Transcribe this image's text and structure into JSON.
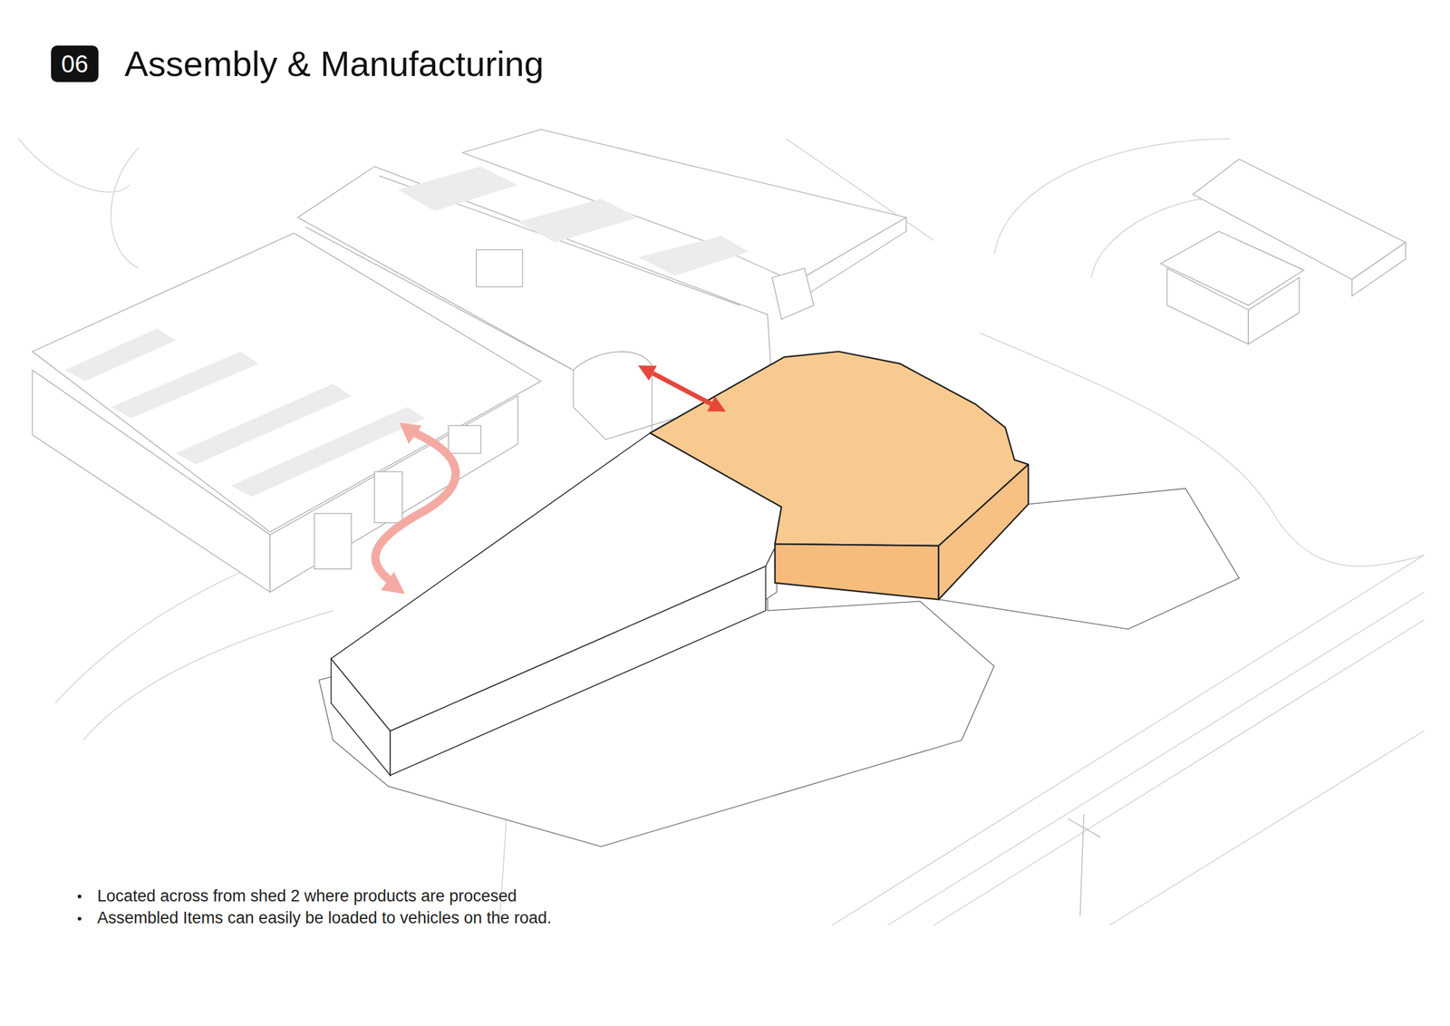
{
  "diagram": {
    "title": "Assembly & Manufacturing",
    "nodes": [
      {
        "text": [
          "06"
        ]
      }
    ],
    "labels": [
      "Located across from shed  2 where products are procesed",
      "Assembled Items can easily be loaded to vehicles on the road."
    ]
  }
}
